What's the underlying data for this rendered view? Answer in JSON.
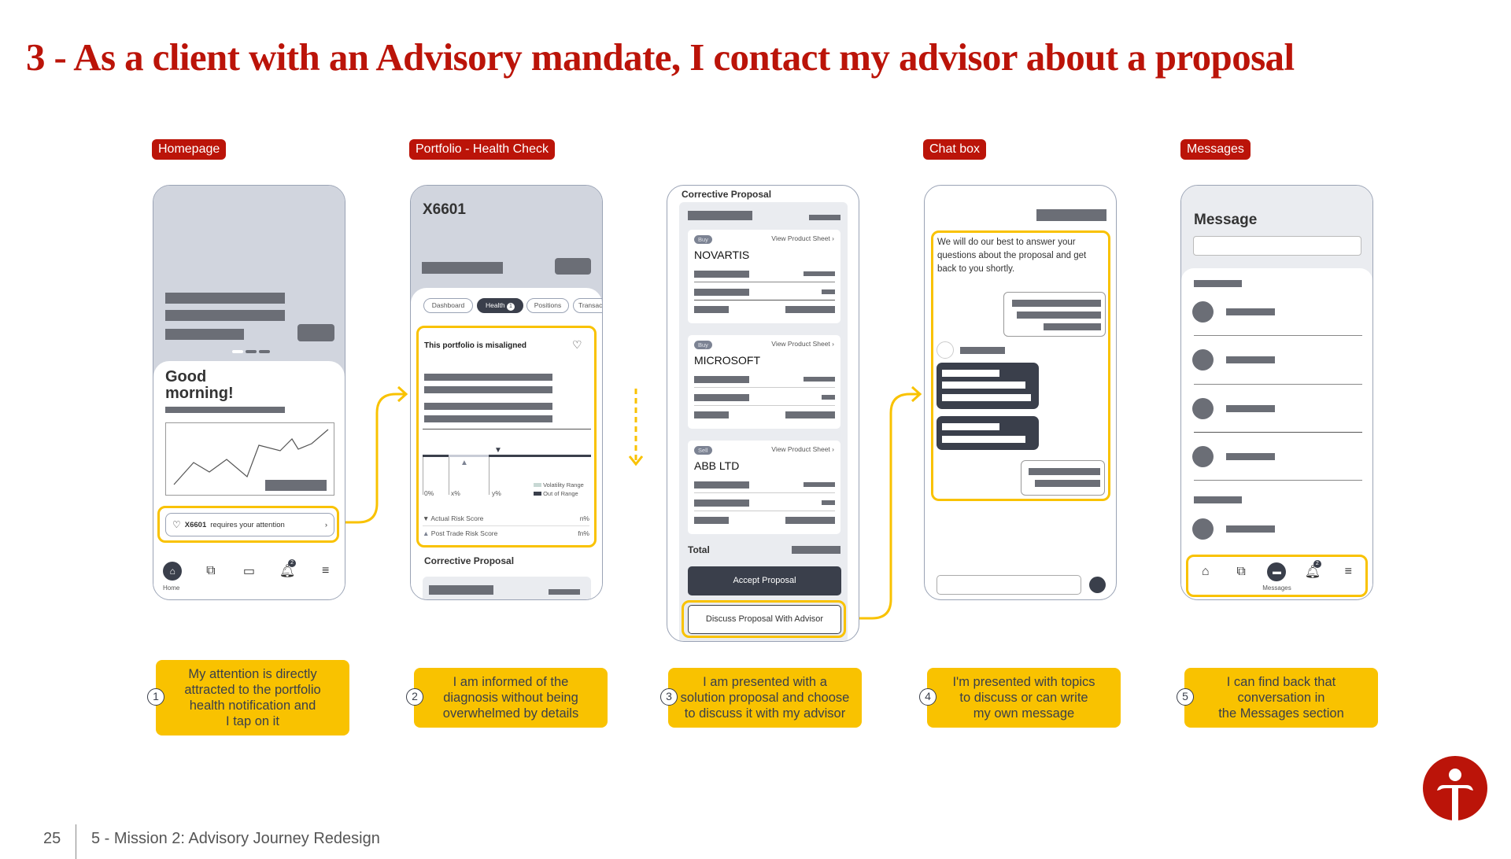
{
  "title": "3 - As a client with an Advisory mandate, I contact my advisor about a proposal",
  "screen_labels": [
    "Homepage",
    "Portfolio - Health Check",
    "Chat box",
    "Messages"
  ],
  "homepage": {
    "greeting": "Good morning!",
    "notification": {
      "account": "X6601",
      "text": "requires your attention"
    },
    "nav": {
      "home_label": "Home",
      "notification_badge": "2"
    }
  },
  "health_check": {
    "account": "X6601",
    "tabs": [
      "Dashboard",
      "Health",
      "Positions",
      "Transac"
    ],
    "health_badge": "1",
    "status": "This portfolio is misaligned",
    "axis_labels": [
      "0%",
      "x%",
      "y%"
    ],
    "legend": [
      "Volatility Range",
      "Out of Range"
    ],
    "scores": [
      {
        "label": "Actual Risk Score",
        "value": "n%"
      },
      {
        "label": "Post Trade Risk Score",
        "value": "fn%"
      }
    ],
    "section": "Corrective Proposal"
  },
  "proposal": {
    "header": "Corrective Proposal",
    "items": [
      {
        "action": "Buy",
        "name": "NOVARTIS",
        "link": "View Product Sheet"
      },
      {
        "action": "Buy",
        "name": "MICROSOFT",
        "link": "View Product Sheet"
      },
      {
        "action": "Sell",
        "name": "ABB LTD",
        "link": "View Product Sheet"
      }
    ],
    "total_label": "Total",
    "accept_button": "Accept Proposal",
    "discuss_button": "Discuss Proposal With Advisor"
  },
  "chat": {
    "intro": "We will do our best to answer your questions about the proposal and get back to you shortly."
  },
  "messages": {
    "title": "Message",
    "nav": {
      "active_label": "Messages",
      "notification_badge": "2"
    }
  },
  "captions": [
    {
      "num": "1",
      "text": "My attention is directly\nattracted to the portfolio\nhealth notification and\nI tap on it"
    },
    {
      "num": "2",
      "text": "I am informed of the\ndiagnosis without being\noverwhelmed by details"
    },
    {
      "num": "3",
      "text": "I am presented with a\nsolution proposal and choose\nto discuss it with my advisor"
    },
    {
      "num": "4",
      "text": "I'm presented with topics\nto discuss or can write\nmy own message"
    },
    {
      "num": "5",
      "text": "I can find back that\nconversation in\nthe Messages section"
    }
  ],
  "footer": {
    "page": "25",
    "section": "5 - Mission 2: Advisory Journey Redesign"
  },
  "colors": {
    "brand_red": "#bb1409",
    "highlight_yellow": "#f9c200",
    "dark": "#3a3f4b",
    "placeholder": "#6b6e76"
  }
}
